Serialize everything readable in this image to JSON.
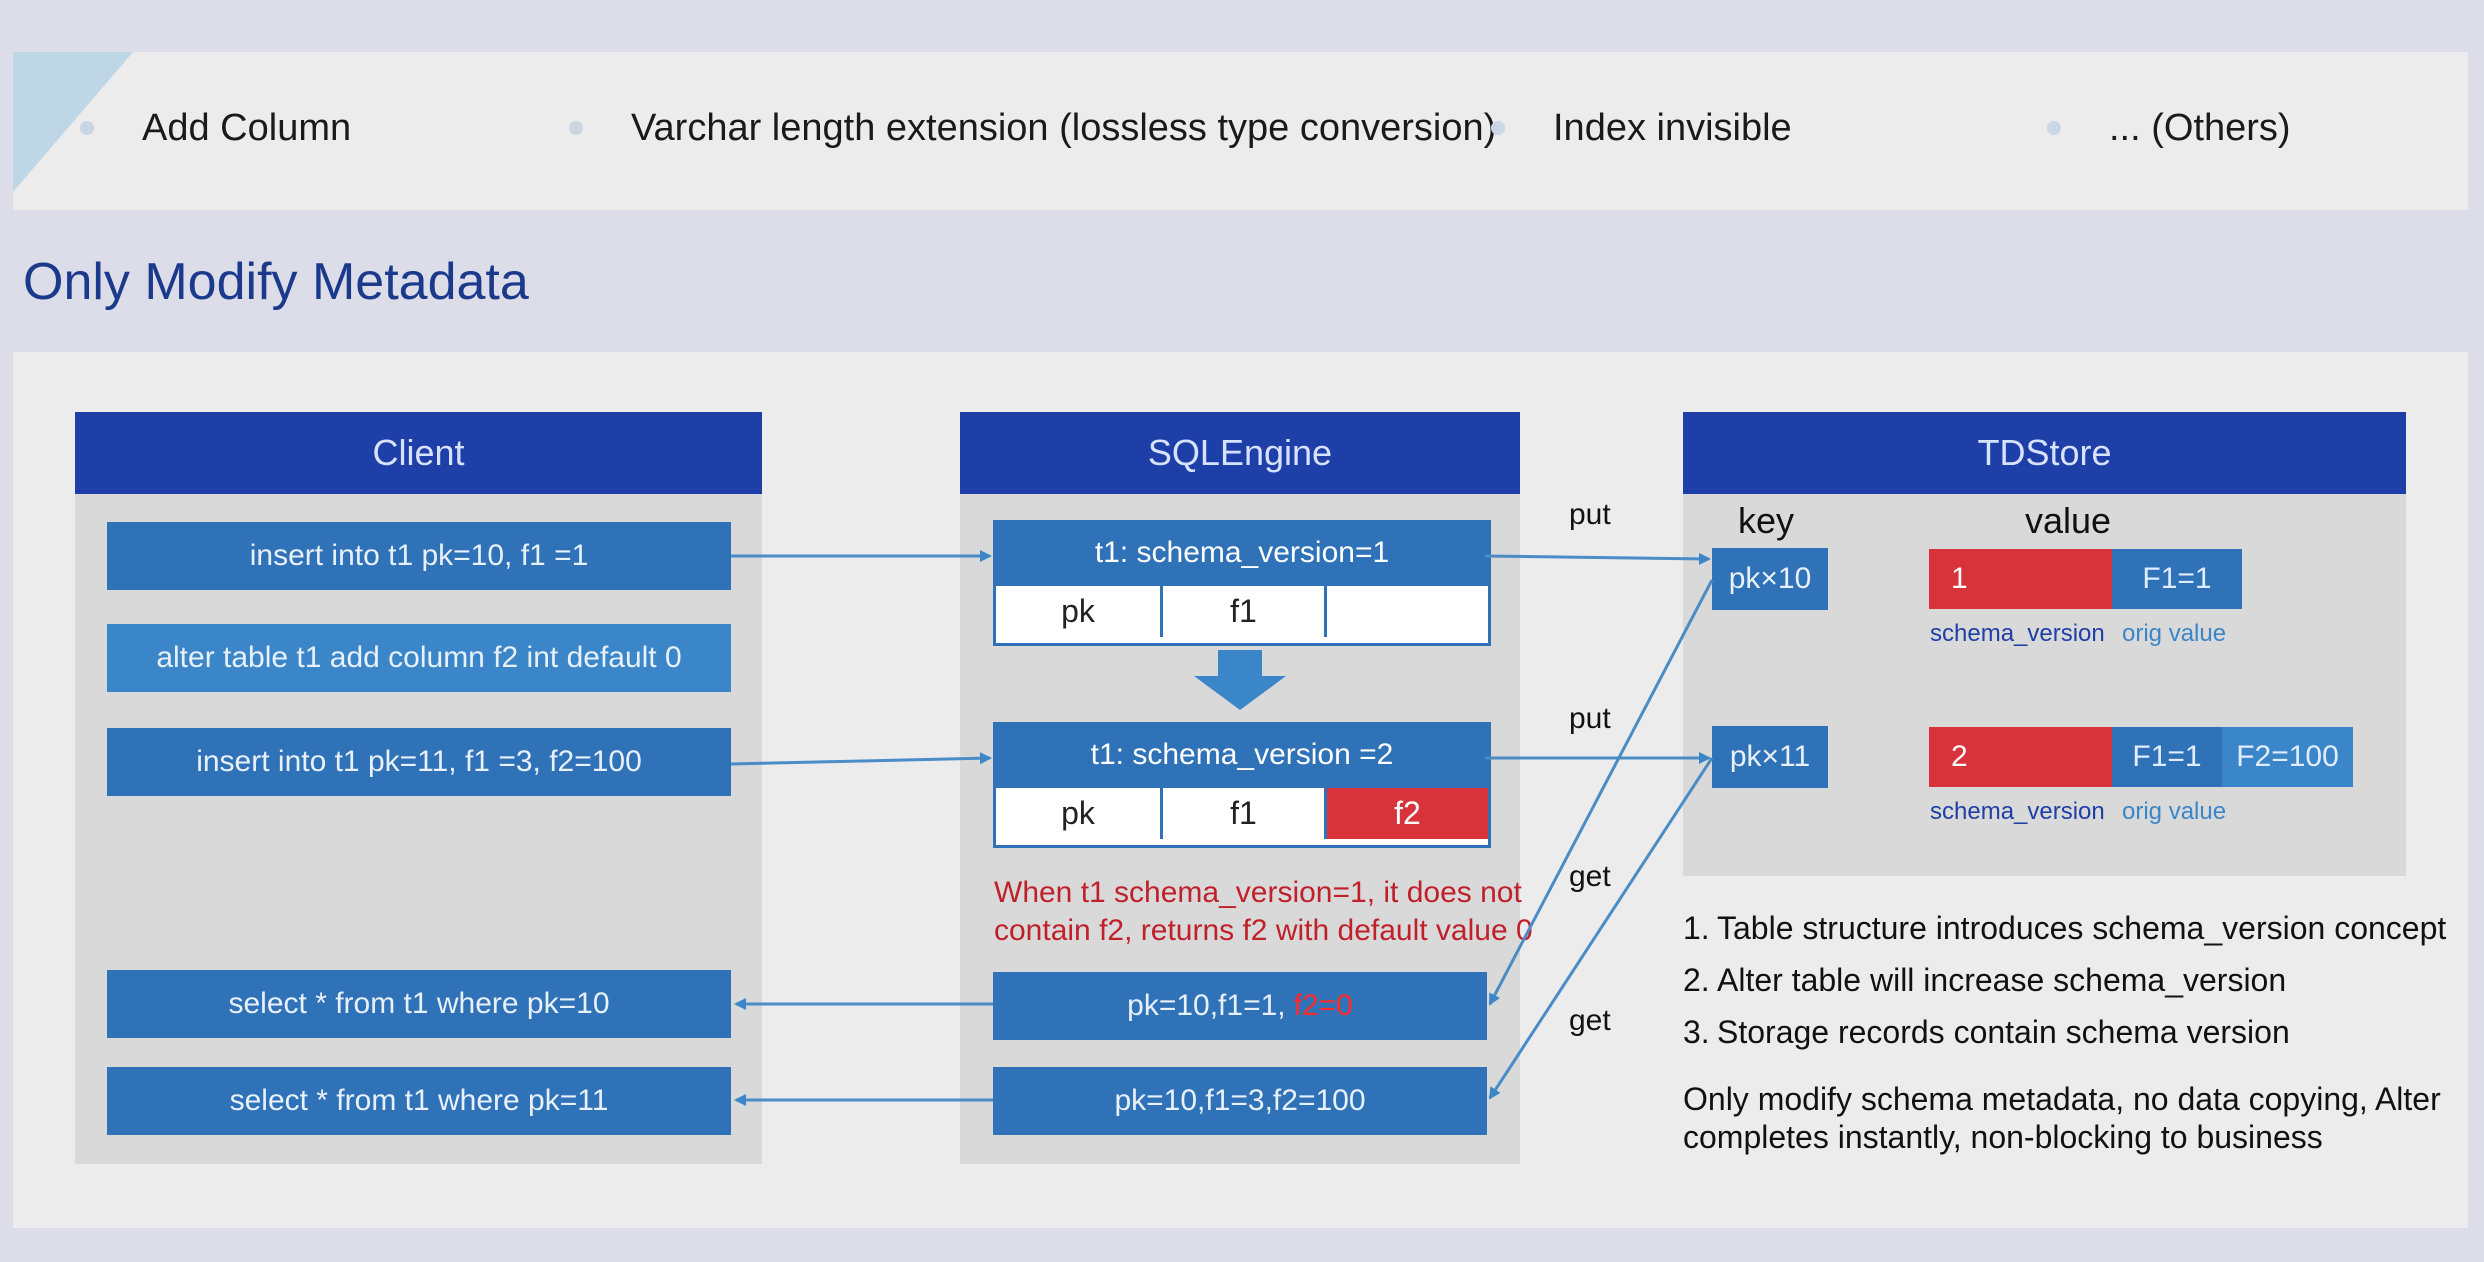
{
  "topbar": {
    "items": [
      "Add Column",
      "Varchar length extension (lossless type conversion)",
      "Index invisible",
      "... (Others)"
    ]
  },
  "heading": "Only Modify Metadata",
  "client": {
    "title": "Client",
    "commands": [
      "insert into t1 pk=10, f1 =1",
      "alter table t1 add column f2  int default 0",
      "insert into t1 pk=11, f1 =3, f2=100",
      "select * from t1 where pk=10",
      "select * from t1 where pk=11"
    ]
  },
  "sqlengine": {
    "title": "SQLEngine",
    "schema1": {
      "title": "t1: schema_version=1",
      "cols": [
        "pk",
        "f1",
        ""
      ]
    },
    "schema2": {
      "title": "t1: schema_version  =2",
      "cols": [
        "pk",
        "f1",
        "f2"
      ]
    },
    "note_line1": "When t1 schema_version=1, it does not",
    "note_line2": "contain f2, returns f2 with default value 0",
    "result1_prefix": "pk=10,f1=1,",
    "result1_highlight": "f2=0",
    "result2": "pk=10,f1=3,f2=100"
  },
  "arrows": {
    "put1": "put",
    "put2": "put",
    "get1": "get",
    "get2": "get"
  },
  "tdstore": {
    "title": "TDStore",
    "key_header": "key",
    "value_header": "value",
    "rows": [
      {
        "key": "pk×10",
        "schema_version": "1",
        "values": [
          "F1=1"
        ]
      },
      {
        "key": "pk×11",
        "schema_version": "2",
        "values": [
          "F1=1",
          "F2=100"
        ]
      }
    ],
    "caption_schema": "schema_version",
    "caption_orig": "orig value"
  },
  "points": [
    "Table structure introduces schema_version concept",
    "Alter table will increase schema_version",
    "Storage records contain schema version"
  ],
  "summary": "Only modify schema metadata, no data copying, Alter completes instantly, non-blocking to business",
  "colors": {
    "header_blue": "#1e3fa8",
    "bar_blue": "#2f72b8",
    "highlight_red": "#d8323a",
    "heading_blue": "#1b3a8c"
  }
}
